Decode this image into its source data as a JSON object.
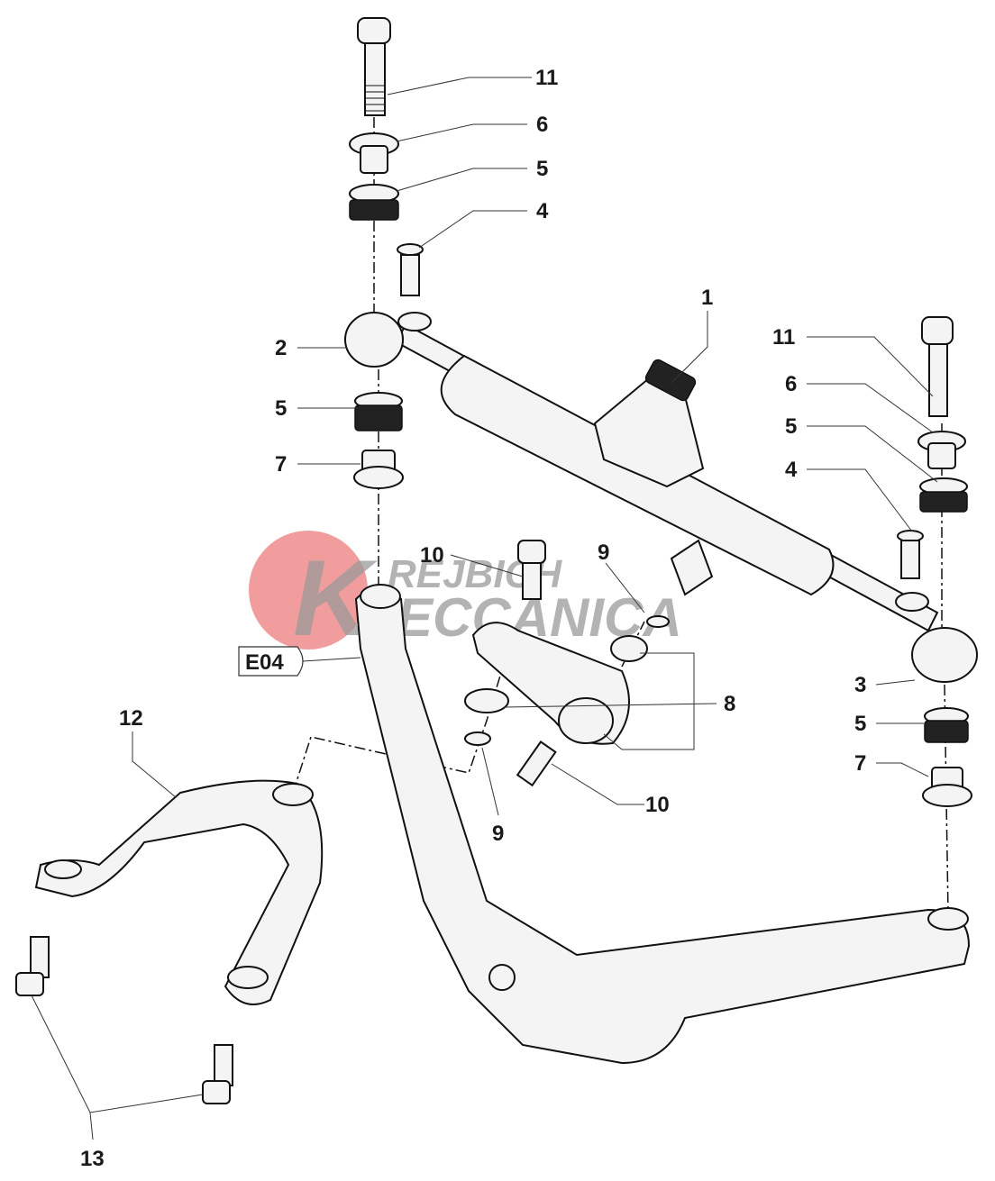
{
  "diagram": {
    "watermark": {
      "line1": "REJBICH",
      "line2": "ECCANICA",
      "initials": "K",
      "logo_color": "#f08c8c"
    },
    "reference_box": "E04",
    "callouts": [
      {
        "id": "c11a",
        "label": "11"
      },
      {
        "id": "c6a",
        "label": "6"
      },
      {
        "id": "c5a",
        "label": "5"
      },
      {
        "id": "c4a",
        "label": "4"
      },
      {
        "id": "c1",
        "label": "1"
      },
      {
        "id": "c2",
        "label": "2"
      },
      {
        "id": "c5b",
        "label": "5"
      },
      {
        "id": "c7a",
        "label": "7"
      },
      {
        "id": "c11b",
        "label": "11"
      },
      {
        "id": "c6b",
        "label": "6"
      },
      {
        "id": "c5c",
        "label": "5"
      },
      {
        "id": "c4b",
        "label": "4"
      },
      {
        "id": "c10a",
        "label": "10"
      },
      {
        "id": "c9a",
        "label": "9"
      },
      {
        "id": "c8",
        "label": "8"
      },
      {
        "id": "c3",
        "label": "3"
      },
      {
        "id": "c5d",
        "label": "5"
      },
      {
        "id": "c7b",
        "label": "7"
      },
      {
        "id": "c12",
        "label": "12"
      },
      {
        "id": "c10b",
        "label": "10"
      },
      {
        "id": "c9b",
        "label": "9"
      },
      {
        "id": "c13",
        "label": "13"
      }
    ]
  }
}
